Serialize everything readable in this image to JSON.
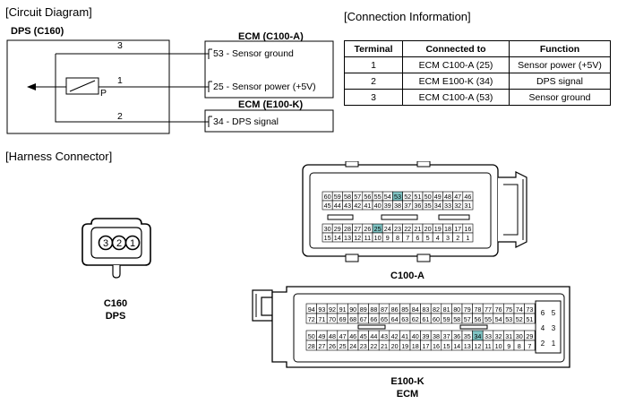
{
  "circuit": {
    "heading": "[Circuit Diagram]",
    "dps_label": "DPS (C160)",
    "ecm_a_label": "ECM (C100-A)",
    "ecm_k_label": "ECM (E100-K)",
    "pin_top": "3",
    "pin_mid": "1",
    "pin_bot": "2",
    "sensor_pin_letter": "P",
    "line_ground": "53 - Sensor ground",
    "line_power": "25 - Sensor power (+5V)",
    "line_signal": "34 - DPS signal"
  },
  "connection": {
    "heading": "[Connection Information]",
    "headers": [
      "Terminal",
      "Connected to",
      "Function"
    ],
    "rows": [
      [
        "1",
        "ECM C100-A (25)",
        "Sensor power (+5V)"
      ],
      [
        "2",
        "ECM E100-K (34)",
        "DPS signal"
      ],
      [
        "3",
        "ECM C100-A (53)",
        "Sensor ground"
      ]
    ]
  },
  "harness": {
    "heading": "[Harness Connector]",
    "c160_pins": [
      "3",
      "2",
      "1"
    ],
    "c160_label": "C160",
    "c160_sub": "DPS",
    "c100_label": "C100-A",
    "e100_label": "E100-K",
    "e100_sub": "ECM",
    "c100_rows": [
      [
        "60",
        "59",
        "58",
        "57",
        "56",
        "55",
        "54",
        "53",
        "52",
        "51",
        "50",
        "49",
        "48",
        "47",
        "46"
      ],
      [
        "45",
        "44",
        "43",
        "42",
        "41",
        "40",
        "39",
        "38",
        "37",
        "36",
        "35",
        "34",
        "33",
        "32",
        "31"
      ],
      [
        "30",
        "29",
        "28",
        "27",
        "26",
        "25",
        "24",
        "23",
        "22",
        "21",
        "20",
        "19",
        "18",
        "17",
        "16"
      ],
      [
        "15",
        "14",
        "13",
        "12",
        "11",
        "10",
        "9",
        "8",
        "7",
        "6",
        "5",
        "4",
        "3",
        "2",
        "1"
      ]
    ],
    "e100_rows": [
      [
        "94",
        "93",
        "92",
        "91",
        "90",
        "89",
        "88",
        "87",
        "86",
        "85",
        "84",
        "83",
        "82",
        "81",
        "80",
        "79",
        "78",
        "77",
        "76",
        "75",
        "74",
        "73"
      ],
      [
        "72",
        "71",
        "70",
        "69",
        "68",
        "67",
        "66",
        "65",
        "64",
        "63",
        "62",
        "61",
        "60",
        "59",
        "58",
        "57",
        "56",
        "55",
        "54",
        "53",
        "52",
        "51"
      ],
      [
        "50",
        "49",
        "48",
        "47",
        "46",
        "45",
        "44",
        "43",
        "42",
        "41",
        "40",
        "39",
        "38",
        "37",
        "36",
        "35",
        "34",
        "33",
        "32",
        "31",
        "30",
        "29"
      ],
      [
        "28",
        "27",
        "26",
        "25",
        "24",
        "23",
        "22",
        "21",
        "20",
        "19",
        "18",
        "17",
        "16",
        "15",
        "14",
        "13",
        "12",
        "11",
        "10",
        "9",
        "8",
        "7"
      ]
    ],
    "e100_side": [
      [
        "6",
        "5"
      ],
      [
        "4",
        "3"
      ],
      [
        "2",
        "1"
      ]
    ],
    "highlight_c100": [
      "53",
      "25"
    ],
    "highlight_e100": [
      "34"
    ],
    "highlight_color": "#7fc4c4"
  }
}
